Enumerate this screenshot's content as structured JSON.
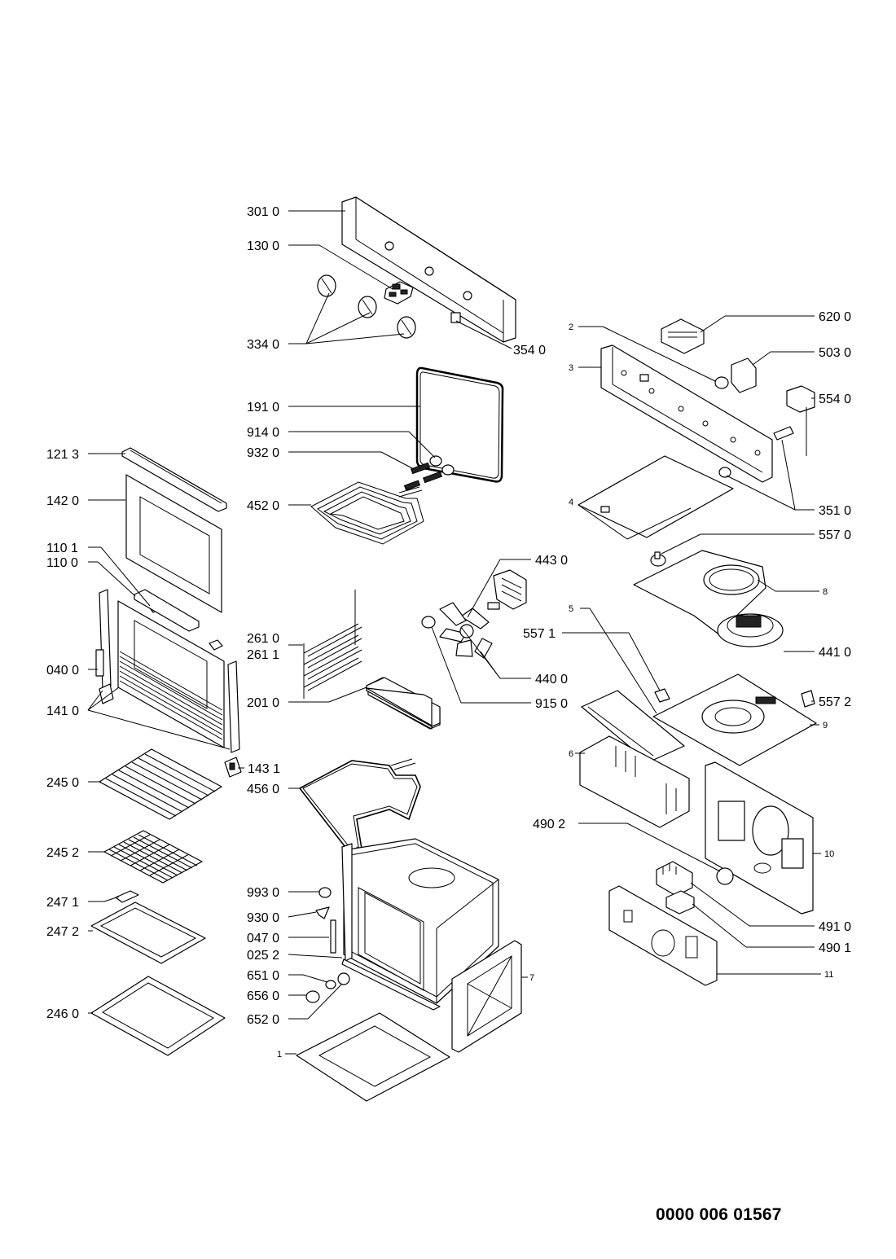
{
  "document_number": "0000 006 01567",
  "callouts": [
    {
      "id": "c-301-0",
      "text": "301 0"
    },
    {
      "id": "c-130-0",
      "text": "130 0"
    },
    {
      "id": "c-334-0",
      "text": "334 0"
    },
    {
      "id": "c-354-0",
      "text": "354 0"
    },
    {
      "id": "c-191-0",
      "text": "191 0"
    },
    {
      "id": "c-914-0",
      "text": "914 0"
    },
    {
      "id": "c-932-0",
      "text": "932 0"
    },
    {
      "id": "c-452-0",
      "text": "452 0"
    },
    {
      "id": "c-121-3",
      "text": "121 3"
    },
    {
      "id": "c-142-0",
      "text": "142 0"
    },
    {
      "id": "c-110-1",
      "text": "110 1"
    },
    {
      "id": "c-110-0",
      "text": "110 0"
    },
    {
      "id": "c-040-0",
      "text": "040 0"
    },
    {
      "id": "c-141-0",
      "text": "141 0"
    },
    {
      "id": "c-261-0",
      "text": "261 0"
    },
    {
      "id": "c-261-1",
      "text": "261 1"
    },
    {
      "id": "c-201-0",
      "text": "201 0"
    },
    {
      "id": "c-143-1",
      "text": "143 1"
    },
    {
      "id": "c-245-0",
      "text": "245 0"
    },
    {
      "id": "c-456-0",
      "text": "456 0"
    },
    {
      "id": "c-245-2",
      "text": "245 2"
    },
    {
      "id": "c-247-1",
      "text": "247 1"
    },
    {
      "id": "c-247-2",
      "text": "247 2"
    },
    {
      "id": "c-246-0",
      "text": "246 0"
    },
    {
      "id": "c-993-0",
      "text": "993 0"
    },
    {
      "id": "c-930-0",
      "text": "930 0"
    },
    {
      "id": "c-047-0",
      "text": "047 0"
    },
    {
      "id": "c-025-2",
      "text": "025 2"
    },
    {
      "id": "c-651-0",
      "text": "651 0"
    },
    {
      "id": "c-656-0",
      "text": "656 0"
    },
    {
      "id": "c-652-0",
      "text": "652 0"
    },
    {
      "id": "c-1",
      "text": "1"
    },
    {
      "id": "c-7",
      "text": "7"
    },
    {
      "id": "c-443-0",
      "text": "443 0"
    },
    {
      "id": "c-440-0",
      "text": "440 0"
    },
    {
      "id": "c-915-0",
      "text": "915 0"
    },
    {
      "id": "c-557-1",
      "text": "557 1"
    },
    {
      "id": "c-620-0",
      "text": "620 0"
    },
    {
      "id": "c-503-0",
      "text": "503 0"
    },
    {
      "id": "c-554-0",
      "text": "554 0"
    },
    {
      "id": "c-2",
      "text": "2"
    },
    {
      "id": "c-3",
      "text": "3"
    },
    {
      "id": "c-351-0",
      "text": "351 0"
    },
    {
      "id": "c-4",
      "text": "4"
    },
    {
      "id": "c-557-0",
      "text": "557 0"
    },
    {
      "id": "c-8",
      "text": "8"
    },
    {
      "id": "c-441-0",
      "text": "441 0"
    },
    {
      "id": "c-5",
      "text": "5"
    },
    {
      "id": "c-557-2",
      "text": "557 2"
    },
    {
      "id": "c-9",
      "text": "9"
    },
    {
      "id": "c-6",
      "text": "6"
    },
    {
      "id": "c-10",
      "text": "10"
    },
    {
      "id": "c-490-2",
      "text": "490 2"
    },
    {
      "id": "c-491-0",
      "text": "491 0"
    },
    {
      "id": "c-490-1",
      "text": "490 1"
    },
    {
      "id": "c-11",
      "text": "11"
    }
  ]
}
